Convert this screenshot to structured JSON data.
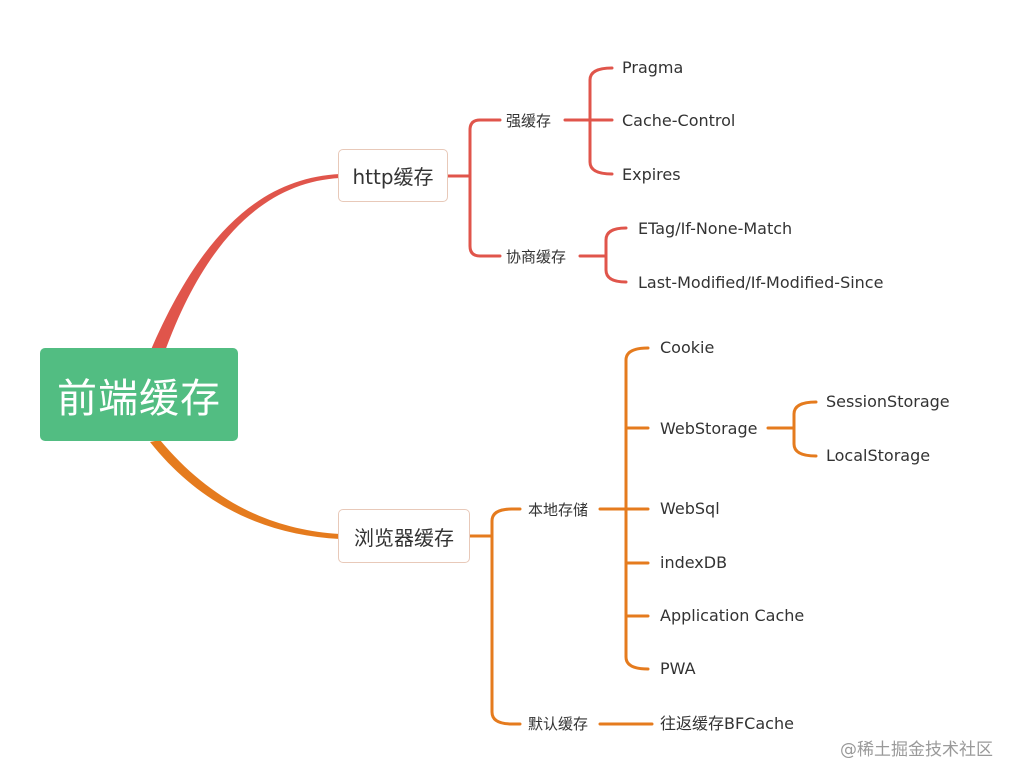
{
  "root": {
    "label": "前端缓存"
  },
  "colors": {
    "http_branch": "#e0554b",
    "browser_branch": "#e57b1e",
    "root_bg": "#52bd82"
  },
  "http": {
    "label": "http缓存",
    "strong": {
      "label": "强缓存",
      "items": [
        "Pragma",
        "Cache-Control",
        "Expires"
      ]
    },
    "negotiate": {
      "label": "协商缓存",
      "items": [
        "ETag/If-None-Match",
        "Last-Modified/If-Modified-Since"
      ]
    }
  },
  "browser": {
    "label": "浏览器缓存",
    "local": {
      "label": "本地存储",
      "items": [
        "Cookie",
        "WebStorage",
        "WebSql",
        "indexDB",
        "Application Cache",
        "PWA"
      ],
      "webstorage_children": [
        "SessionStorage",
        "LocalStorage"
      ]
    },
    "default": {
      "label": "默认缓存",
      "items": [
        "往返缓存BFCache"
      ]
    }
  },
  "watermark": "@稀土掘金技术社区"
}
